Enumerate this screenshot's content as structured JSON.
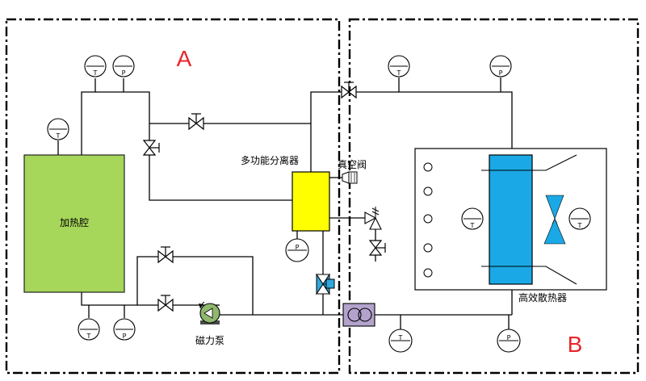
{
  "sections": {
    "a_label": "A",
    "b_label": "B"
  },
  "labels": {
    "heating_chamber": "加热腔",
    "separator": "多功能分离器",
    "vacuum_valve": "真空阀",
    "pump": "磁力泵",
    "radiator": "高效散热器"
  },
  "gauge_letters": {
    "temperature": "T",
    "pressure": "P"
  },
  "colors": {
    "section_label": "#e8262b",
    "heating_chamber": "#a6d65a",
    "separator": "#ffff00",
    "radiator_core": "#1aa9e6",
    "pump": "#8fb86e",
    "fan": "#1aa9e6",
    "valve_actuator": "#2fa8dc",
    "exchanger": "#b3a2cc"
  }
}
